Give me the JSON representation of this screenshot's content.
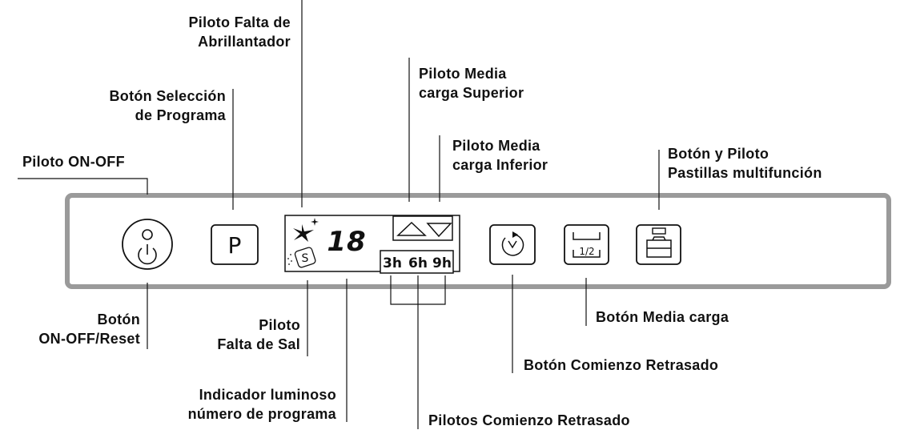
{
  "labels": {
    "rinse_aid": [
      "Piloto Falta de",
      "Abrillantador"
    ],
    "program_button": [
      "Botón Selección",
      "de Programa"
    ],
    "power_led": [
      "Piloto ON-OFF"
    ],
    "power_button": [
      "Botón",
      "ON-OFF/Reset"
    ],
    "salt_led": [
      "Piloto",
      "Falta de Sal"
    ],
    "program_display": [
      "Indicador luminoso",
      "número de programa"
    ],
    "half_upper": [
      "Piloto Media",
      "carga Superior"
    ],
    "half_lower": [
      "Piloto Media",
      "carga Inferior"
    ],
    "delay_leds": [
      "Pilotos Comienzo Retrasado"
    ],
    "delay_button": [
      "Botón Comienzo Retrasado"
    ],
    "half_load_button": [
      "Botón Media carga"
    ],
    "tablet_button": [
      "Botón y Piloto",
      "Pastillas multifunción"
    ]
  },
  "panel": {
    "program_key": "P",
    "display_digits": "18",
    "salt_symbol": "S",
    "delay_times": [
      "3h",
      "6h",
      "9h"
    ],
    "half_load_fraction": "1/2"
  },
  "icons": {
    "power": "power-icon",
    "rinse_aid": "sparkle-icon",
    "salt": "salt-icon",
    "upper_rack": "triangle-up-icon",
    "lower_rack": "triangle-down-icon",
    "delay": "clock-icon",
    "half_load": "rack-half-icon",
    "tablet": "tablet-icon"
  },
  "colors": {
    "panel_border": "#9a9a9a",
    "ink": "#111111"
  }
}
